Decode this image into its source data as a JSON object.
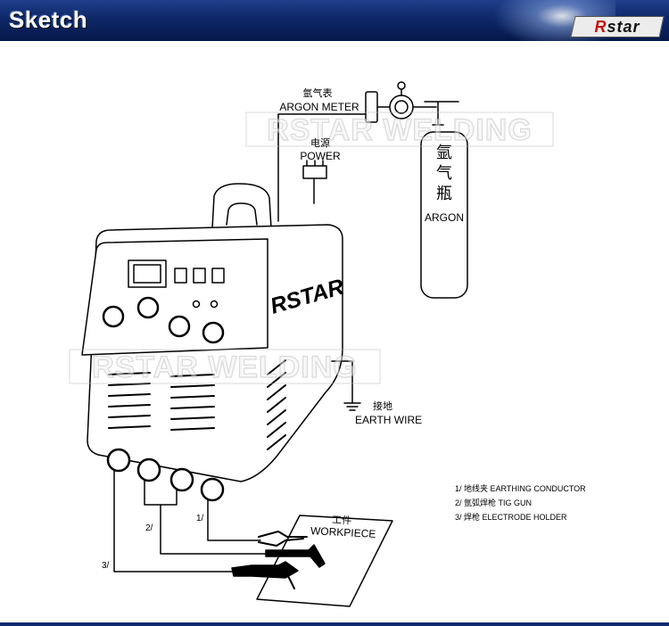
{
  "banner": {
    "title": "Sketch",
    "logo_text": "RSTAR",
    "logo_highlight": "R"
  },
  "watermark": "RSTAR WELDING",
  "machine_brand": "RSTAR",
  "labels": {
    "argon_meter_cn": "氩气表",
    "argon_meter_en": "ARGON METER",
    "power_cn": "电源",
    "power_en": "POWER",
    "cylinder_cn_1": "氩",
    "cylinder_cn_2": "气",
    "cylinder_cn_3": "瓶",
    "cylinder_en": "ARGON",
    "earth_cn": "接地",
    "earth_en": "EARTH WIRE",
    "workpiece_cn": "工件",
    "workpiece_en": "WORKPIECE",
    "cable_1": "1/",
    "cable_2": "2/",
    "cable_3": "3/"
  },
  "legend": [
    "1/ 地线夹  EARTHING CONDUCTOR",
    "2/ 氩弧焊枪  TIG GUN",
    "3/ 焊枪  ELECTRODE HOLDER"
  ],
  "colors": {
    "banner": "#0e2868",
    "logo_accent": "#cc1010",
    "line": "#000000"
  }
}
